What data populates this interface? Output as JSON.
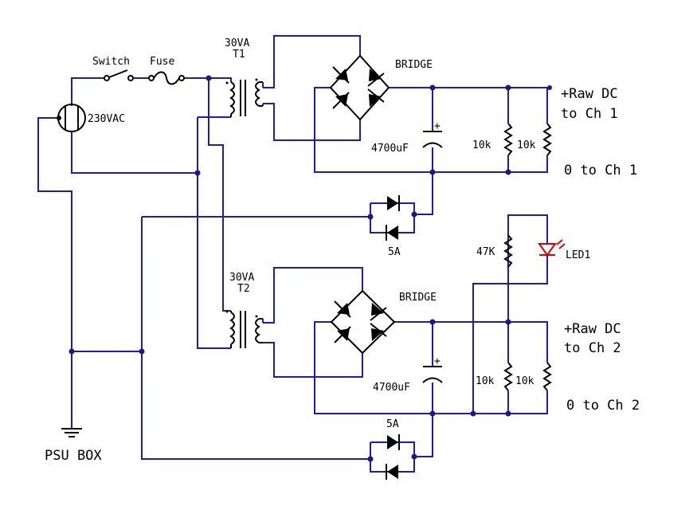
{
  "labels": {
    "switch": "Switch",
    "fuse": "Fuse",
    "mains": "230VAC",
    "t1_rating": "30VA",
    "t1_name": "T1",
    "t2_rating": "30VA",
    "t2_name": "T2",
    "bridge1": "BRIDGE",
    "bridge2": "BRIDGE",
    "cap1": "4700uF",
    "cap2": "4700uF",
    "cap_plus1": "+",
    "cap_plus2": "+",
    "r1": "10k",
    "r2": "10k",
    "r3": "10k",
    "r4": "10k",
    "r_led": "47K",
    "led": "LED1",
    "diode_rating1": "5A",
    "diode_rating2": "5A",
    "ch1_pos": "+Raw DC",
    "ch1_pos2": "to Ch 1",
    "ch1_neg": "0 to Ch 1",
    "ch2_pos": "+Raw DC",
    "ch2_pos2": "to Ch 2",
    "ch2_neg": "0 to Ch 2",
    "ground": "PSU BOX"
  },
  "colors": {
    "wire": "#1a1acc",
    "component": "#000000",
    "led": "#e00000"
  }
}
